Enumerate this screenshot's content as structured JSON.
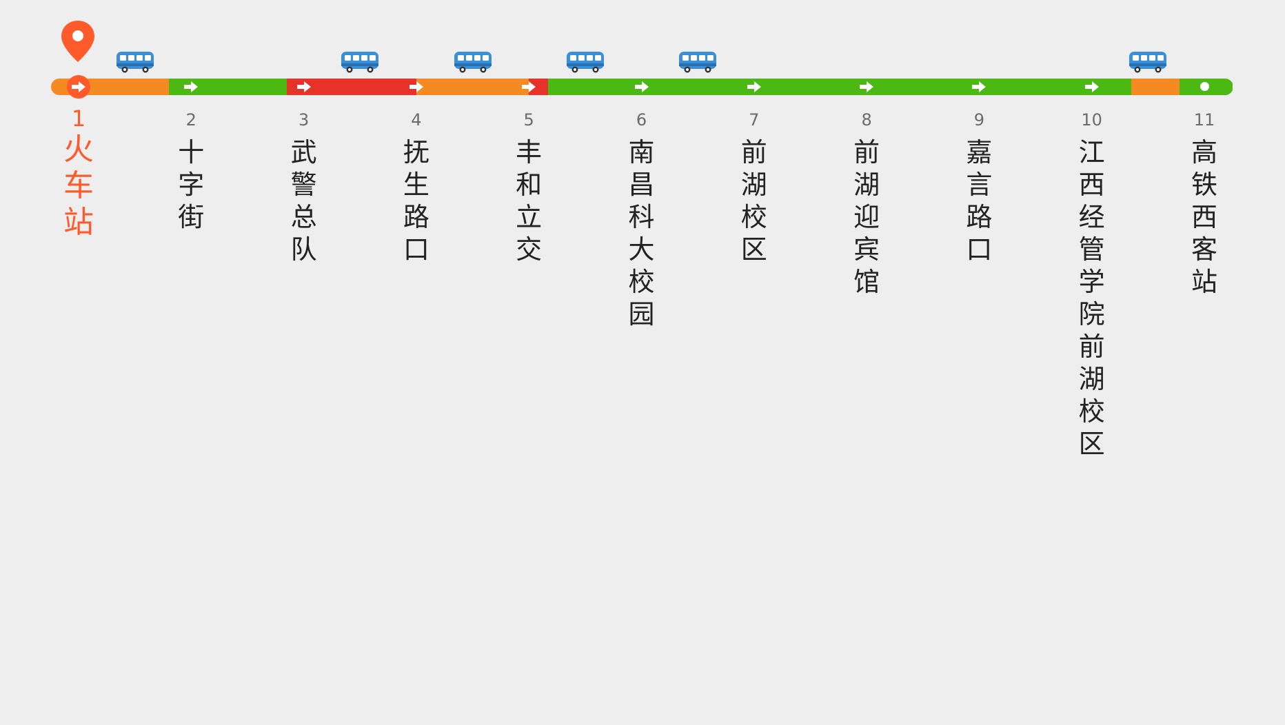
{
  "colors": {
    "background": "#eeeeee",
    "current": "#ff5a2a",
    "smooth": "#4cb814",
    "slow": "#f58a23",
    "congested": "#e63229",
    "bus": "#3a8fd9"
  },
  "icons": {
    "location": "location-pin-icon",
    "bus": "bus-icon",
    "arrow": "arrow-right-icon",
    "terminal": "terminal-dot-icon"
  },
  "route": {
    "current_stop_index": 0,
    "traffic": [
      {
        "status": "slow",
        "from": 1,
        "to": 1.8
      },
      {
        "status": "smooth",
        "from": 1.8,
        "to": 2.15
      },
      {
        "status": "slow",
        "from": 2.15,
        "to": 2.15
      },
      {
        "status": "smooth",
        "from": 2.15,
        "to": 2.85
      },
      {
        "status": "congested",
        "from": 2.85,
        "to": 4.0
      },
      {
        "status": "slow",
        "from": 4.0,
        "to": 5.0
      },
      {
        "status": "congested",
        "from": 5.0,
        "to": 5.17
      },
      {
        "status": "smooth",
        "from": 5.17,
        "to": 10.35
      },
      {
        "status": "slow",
        "from": 10.35,
        "to": 10.78
      },
      {
        "status": "smooth",
        "from": 10.78,
        "to": 11.25
      }
    ],
    "buses_at": [
      1.5,
      3.5,
      4.5,
      5.5,
      6.5,
      10.5
    ],
    "stops": [
      {
        "num": "1",
        "name": "火车站"
      },
      {
        "num": "2",
        "name": "十字街"
      },
      {
        "num": "3",
        "name": "武警总队"
      },
      {
        "num": "4",
        "name": "抚生路口"
      },
      {
        "num": "5",
        "name": "丰和立交"
      },
      {
        "num": "6",
        "name": "南昌科大校园"
      },
      {
        "num": "7",
        "name": "前湖校区"
      },
      {
        "num": "8",
        "name": "前湖迎宾馆"
      },
      {
        "num": "9",
        "name": "嘉言路口"
      },
      {
        "num": "10",
        "name": "江西经管学院前湖校区"
      },
      {
        "num": "11",
        "name": "高铁西客站"
      }
    ]
  }
}
